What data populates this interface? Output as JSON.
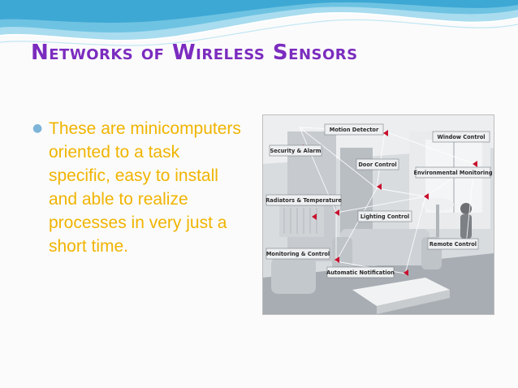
{
  "slide": {
    "title": "Networks of Wireless Sensors",
    "bullet_text": "These are minicomputers oriented to a task specific, easy to install and able to realize processes in very just a short time."
  },
  "diagram": {
    "labels": {
      "motion_detector": "Motion Detector",
      "window_control": "Window Control",
      "security_alarm": "Security & Alarm",
      "door_control": "Door Control",
      "environmental_monitoring": "Environmental Monitoring",
      "radiators_temperature": "Radiators & Temperature",
      "lighting_control": "Lighting Control",
      "remote_control": "Remote Control",
      "monitoring_control": "Monitoring & Control",
      "automatic_notification": "Automatic Notification"
    }
  },
  "colors": {
    "title": "#7b2cbf",
    "bullet_text": "#f0b400",
    "bullet_mark": "#7db4d8",
    "wave": "#5fb8da",
    "sensor": "#c8102e"
  }
}
